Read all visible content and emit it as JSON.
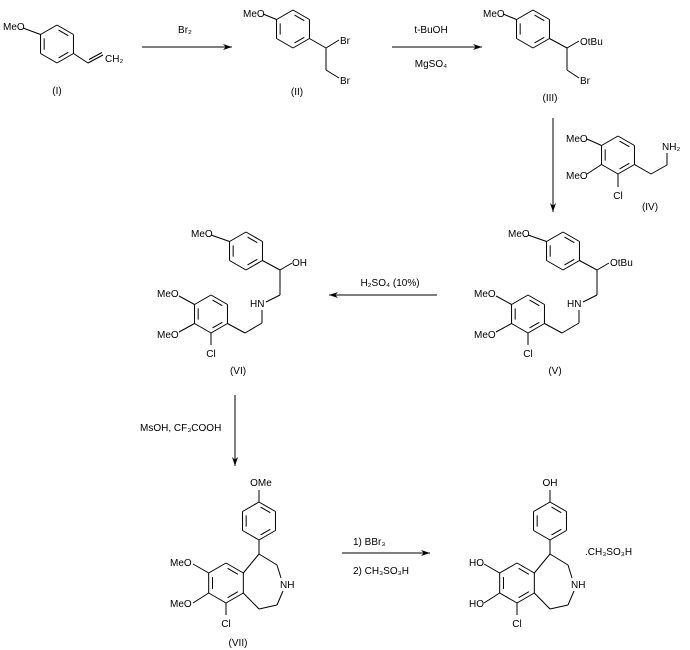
{
  "compounds": {
    "I": {
      "label": "(I)",
      "MeO": "MeO",
      "CH2": "CH₂"
    },
    "II": {
      "label": "(II)",
      "MeO": "MeO",
      "Br1": "Br",
      "Br2": "Br"
    },
    "III": {
      "label": "(III)",
      "MeO": "MeO",
      "OtBu": "OtBu",
      "Br": "Br"
    },
    "IV": {
      "label": "(IV)",
      "MeO1": "MeO",
      "MeO2": "MeO",
      "Cl": "Cl",
      "NH2": "NH₂"
    },
    "V": {
      "label": "(V)",
      "MeO": "MeO",
      "OtBu": "OtBu",
      "HN": "HN",
      "MeO1": "MeO",
      "MeO2": "MeO",
      "Cl": "Cl"
    },
    "VI": {
      "label": "(VI)",
      "MeO": "MeO",
      "OH": "OH",
      "HN": "HN",
      "MeO1": "MeO",
      "MeO2": "MeO",
      "Cl": "Cl"
    },
    "VII": {
      "label": "(VII)",
      "OMe": "OMe",
      "NH": "NH",
      "MeO1": "MeO",
      "MeO2": "MeO",
      "Cl": "Cl"
    },
    "VIII": {
      "OH": "OH",
      "NH": "NH",
      "HO1": "HO",
      "HO2": "HO",
      "Cl": "Cl",
      "salt": ".CH₃SO₃H"
    }
  },
  "reagents": {
    "step1": "Br₂",
    "step2_top": "t-BuOH",
    "step2_bottom": "MgSO₄",
    "step4": "H₂SO₄ (10%)",
    "step5": "MsOH, CF₃COOH",
    "step6_top": "1) BBr₃",
    "step6_bottom": "2) CH₃SO₃H"
  }
}
